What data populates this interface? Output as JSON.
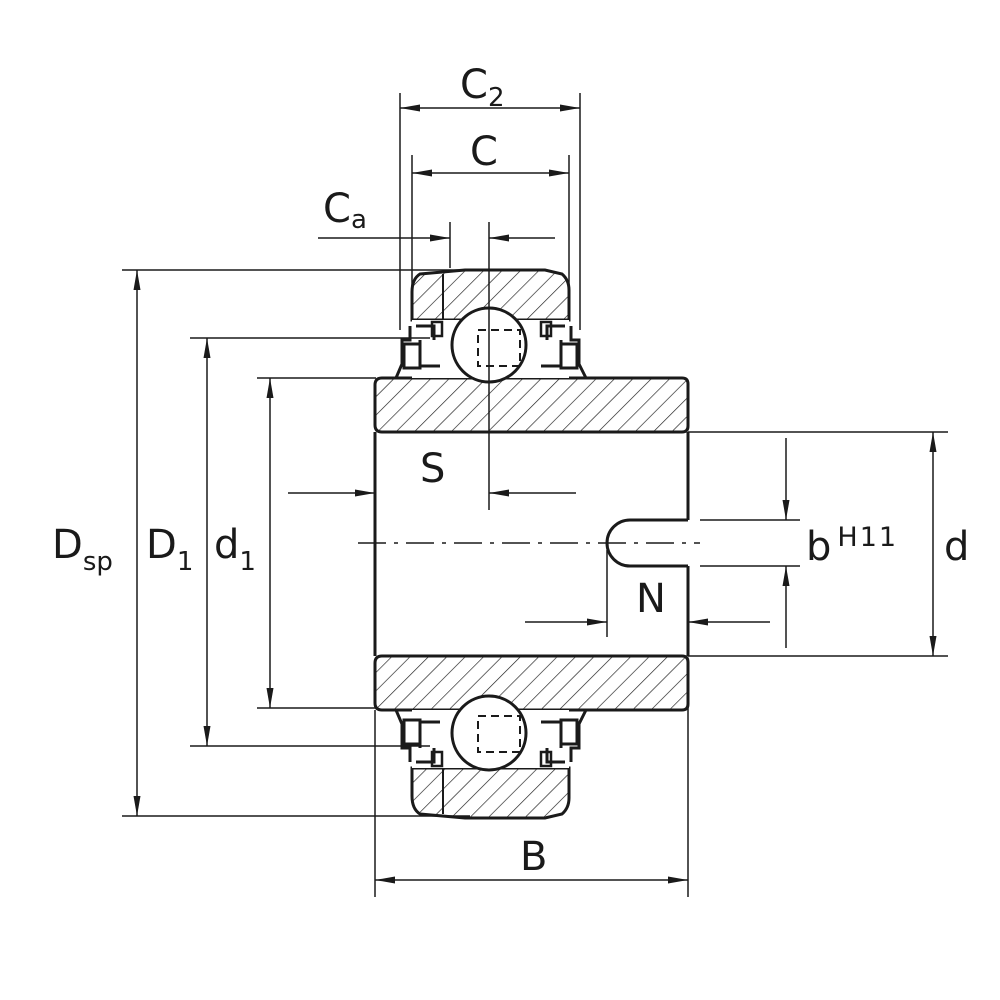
{
  "labels": {
    "c2": {
      "main": "C",
      "sub": "2"
    },
    "c": {
      "main": "C"
    },
    "ca": {
      "main": "C",
      "sub": "a"
    },
    "s": {
      "main": "S"
    },
    "dsp": {
      "main": "D",
      "sub": "sp"
    },
    "d1_outer": {
      "main": "D",
      "sub": "1"
    },
    "d1_inner": {
      "main": "d",
      "sub": "1"
    },
    "b_slot": {
      "main": "b",
      "sup": "H11"
    },
    "d_bore": {
      "main": "d"
    },
    "n": {
      "main": "N"
    },
    "b_width": {
      "main": "B"
    }
  },
  "colors": {
    "ink": "#1a1a1a",
    "background": "#ffffff"
  }
}
